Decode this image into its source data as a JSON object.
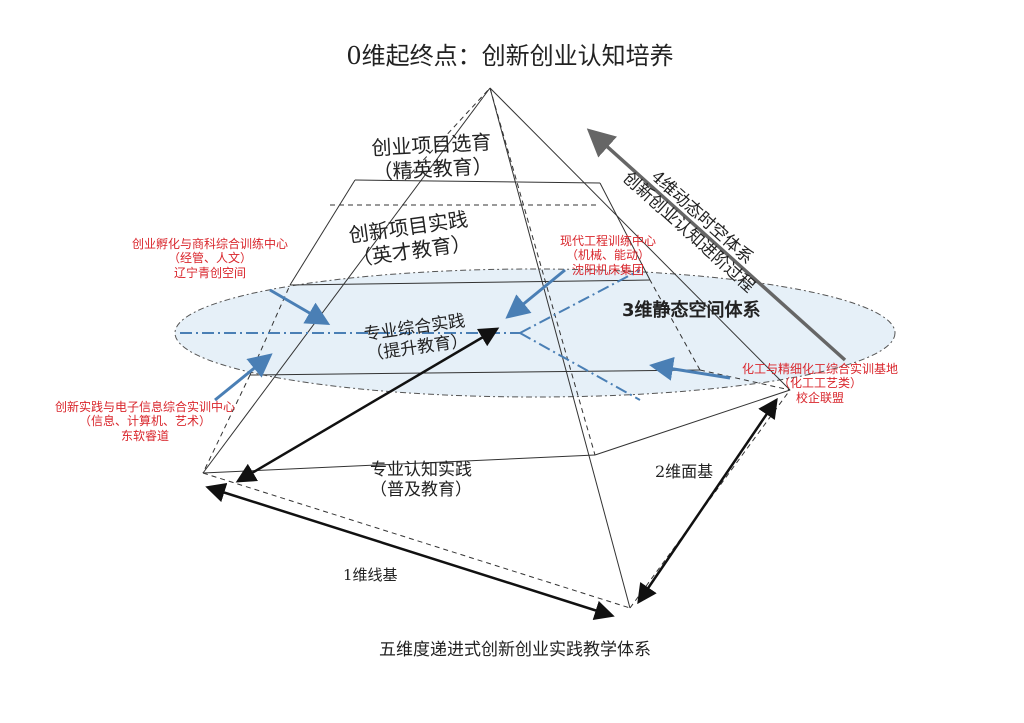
{
  "title": "0维起终点：创新创业认知培养",
  "caption": "五维度递进式创新创业实践教学体系",
  "layers": [
    {
      "name": "创业项目选育",
      "sub": "（精英教育）"
    },
    {
      "name": "创新项目实践",
      "sub": "（英才教育）"
    },
    {
      "name": "专业综合实践",
      "sub": "（提升教育）"
    },
    {
      "name": "专业认知实践",
      "sub": "（普及教育）"
    }
  ],
  "dims": {
    "d1": "1维线基",
    "d2": "2维面基",
    "d3": "3维静态空间体系",
    "d4a": "4维动态时空体系",
    "d4b": "创新创业认知进阶过程"
  },
  "centers": [
    {
      "lines": [
        "创业孵化与商科综合训练中心",
        "（经管、人文）",
        "辽宁青创空间"
      ]
    },
    {
      "lines": [
        "现代工程训练中心",
        "（机械、能动）",
        "沈阳机床集团"
      ]
    },
    {
      "lines": [
        "创新实践与电子信息综合实训中心",
        "（信息、计算机、艺术）",
        "东软睿道"
      ]
    },
    {
      "lines": [
        "化工与精细化工综合实训基地",
        "（化工工艺类）",
        "校企联盟"
      ]
    }
  ],
  "colors": {
    "red": "#d9262c",
    "blue": "#4a7fb5",
    "ellipse": "#e6f0f8"
  }
}
